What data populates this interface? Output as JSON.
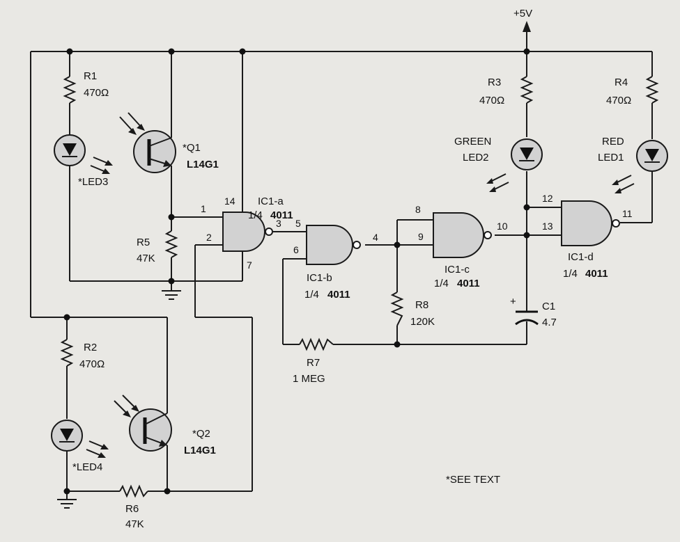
{
  "supply": {
    "label": "+5V"
  },
  "note": {
    "text": "*SEE TEXT"
  },
  "resistors": {
    "r1": {
      "name": "R1",
      "value": "470Ω"
    },
    "r2": {
      "name": "R2",
      "value": "470Ω"
    },
    "r3": {
      "name": "R3",
      "value": "470Ω"
    },
    "r4": {
      "name": "R4",
      "value": "470Ω"
    },
    "r5": {
      "name": "R5",
      "value": "47K"
    },
    "r6": {
      "name": "R6",
      "value": "47K"
    },
    "r7": {
      "name": "R7",
      "value": "1 MEG"
    },
    "r8": {
      "name": "R8",
      "value": "120K"
    }
  },
  "capacitor": {
    "name": "C1",
    "value": "4.7",
    "polarity": "+"
  },
  "transistors": {
    "q1": {
      "name": "*Q1",
      "part": "L14G1"
    },
    "q2": {
      "name": "*Q2",
      "part": "L14G1"
    }
  },
  "leds": {
    "led3": {
      "name": "*LED3"
    },
    "led4": {
      "name": "*LED4"
    },
    "led2": {
      "line1": "GREEN",
      "line2": "LED2"
    },
    "led1": {
      "line1": "RED",
      "line2": "LED1"
    }
  },
  "gates": {
    "a": {
      "name": "IC1-a",
      "frac": "1/4",
      "part": "4011"
    },
    "b": {
      "name": "IC1-b",
      "frac": "1/4",
      "part": "4011"
    },
    "c": {
      "name": "IC1-c",
      "frac": "1/4",
      "part": "4011"
    },
    "d": {
      "name": "IC1-d",
      "frac": "1/4",
      "part": "4011"
    }
  },
  "pins": {
    "p1": "1",
    "p2": "2",
    "p3": "3",
    "p4": "4",
    "p5": "5",
    "p6": "6",
    "p7": "7",
    "p8": "8",
    "p9": "9",
    "p10": "10",
    "p11": "11",
    "p12": "12",
    "p13": "13",
    "p14": "14"
  }
}
